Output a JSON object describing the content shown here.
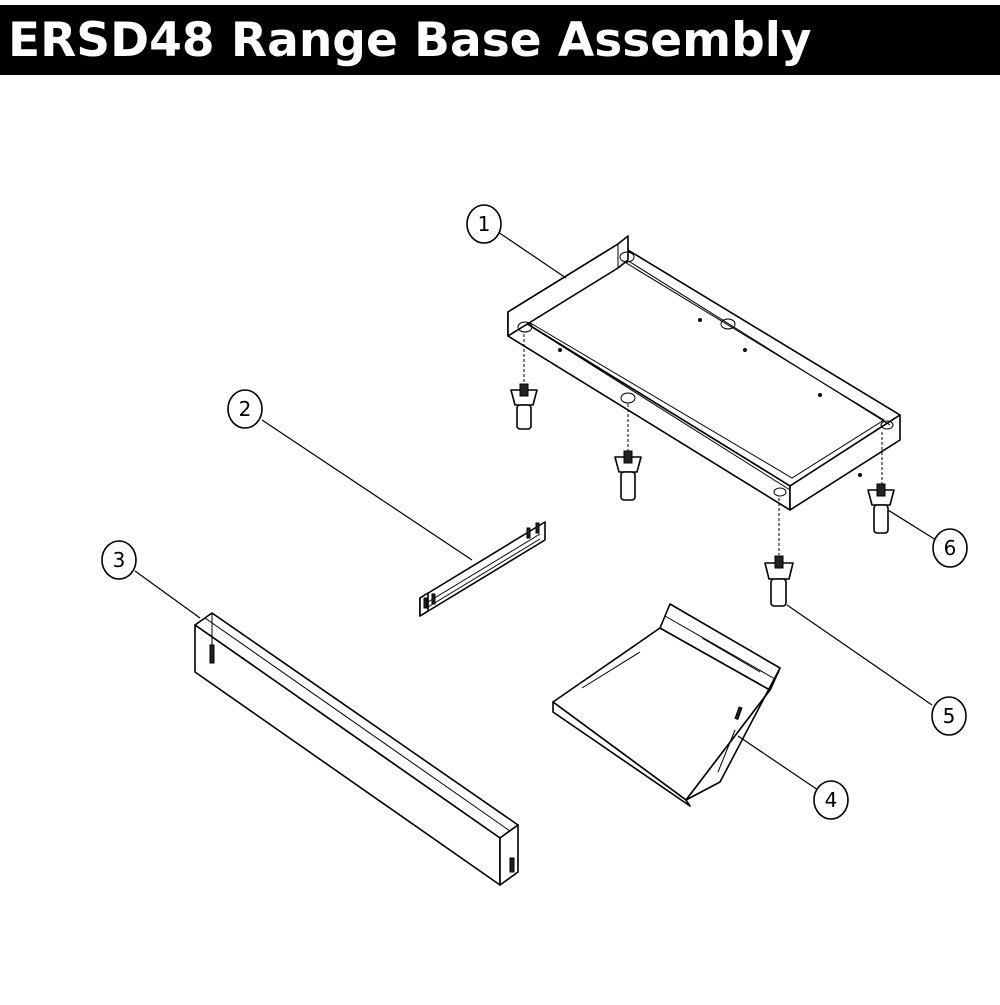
{
  "title": "ERSD48 Range Base Assembly",
  "callouts": [
    "1",
    "2",
    "3",
    "4",
    "5",
    "6"
  ]
}
